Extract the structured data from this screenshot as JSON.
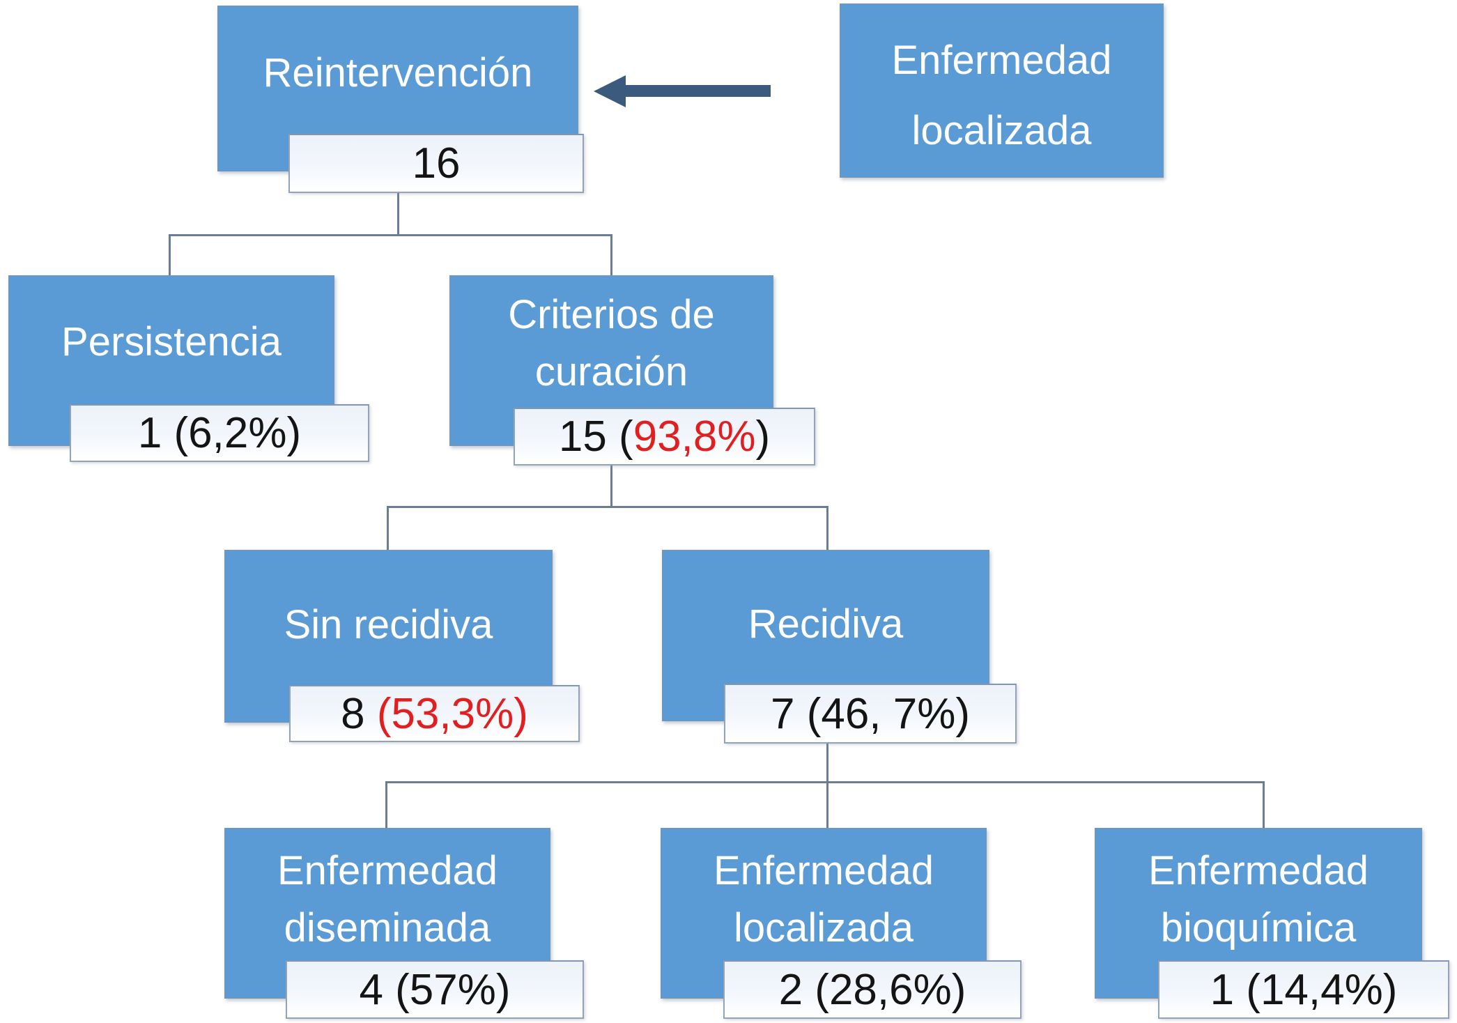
{
  "colors": {
    "box_blue": "#5b9bd5",
    "value_red": "#e02020",
    "connector_gray": "#6b7d92",
    "arrow_navy": "#3c5a7d"
  },
  "nodes": {
    "reintervencion": {
      "label": "Reintervención",
      "value_pre": "16"
    },
    "origen": {
      "label_line1": "Enfermedad",
      "label_line2": "localizada"
    },
    "persistencia": {
      "label": "Persistencia",
      "value_pre": "1 (6,2%)"
    },
    "criterios_curacion": {
      "label_line1": "Criterios de",
      "label_line2": "curación",
      "value_pre": "15 (",
      "value_red": "93,8%",
      "value_post": ")"
    },
    "sin_recidiva": {
      "label": "Sin recidiva",
      "value_pre": "8 ",
      "value_red": "(53,3%)"
    },
    "recidiva": {
      "label": "Recidiva",
      "value_pre": "7 (46, 7%)"
    },
    "enfermedad_diseminada": {
      "label_line1": "Enfermedad",
      "label_line2": "diseminada",
      "value_pre": "4 (57%)"
    },
    "enfermedad_localizada": {
      "label_line1": "Enfermedad",
      "label_line2": "localizada",
      "value_pre": "2 (28,6%)"
    },
    "enfermedad_bioquimica": {
      "label_line1": "Enfermedad",
      "label_line2": "bioquímica",
      "value_pre": "1 (14,4%)"
    }
  }
}
